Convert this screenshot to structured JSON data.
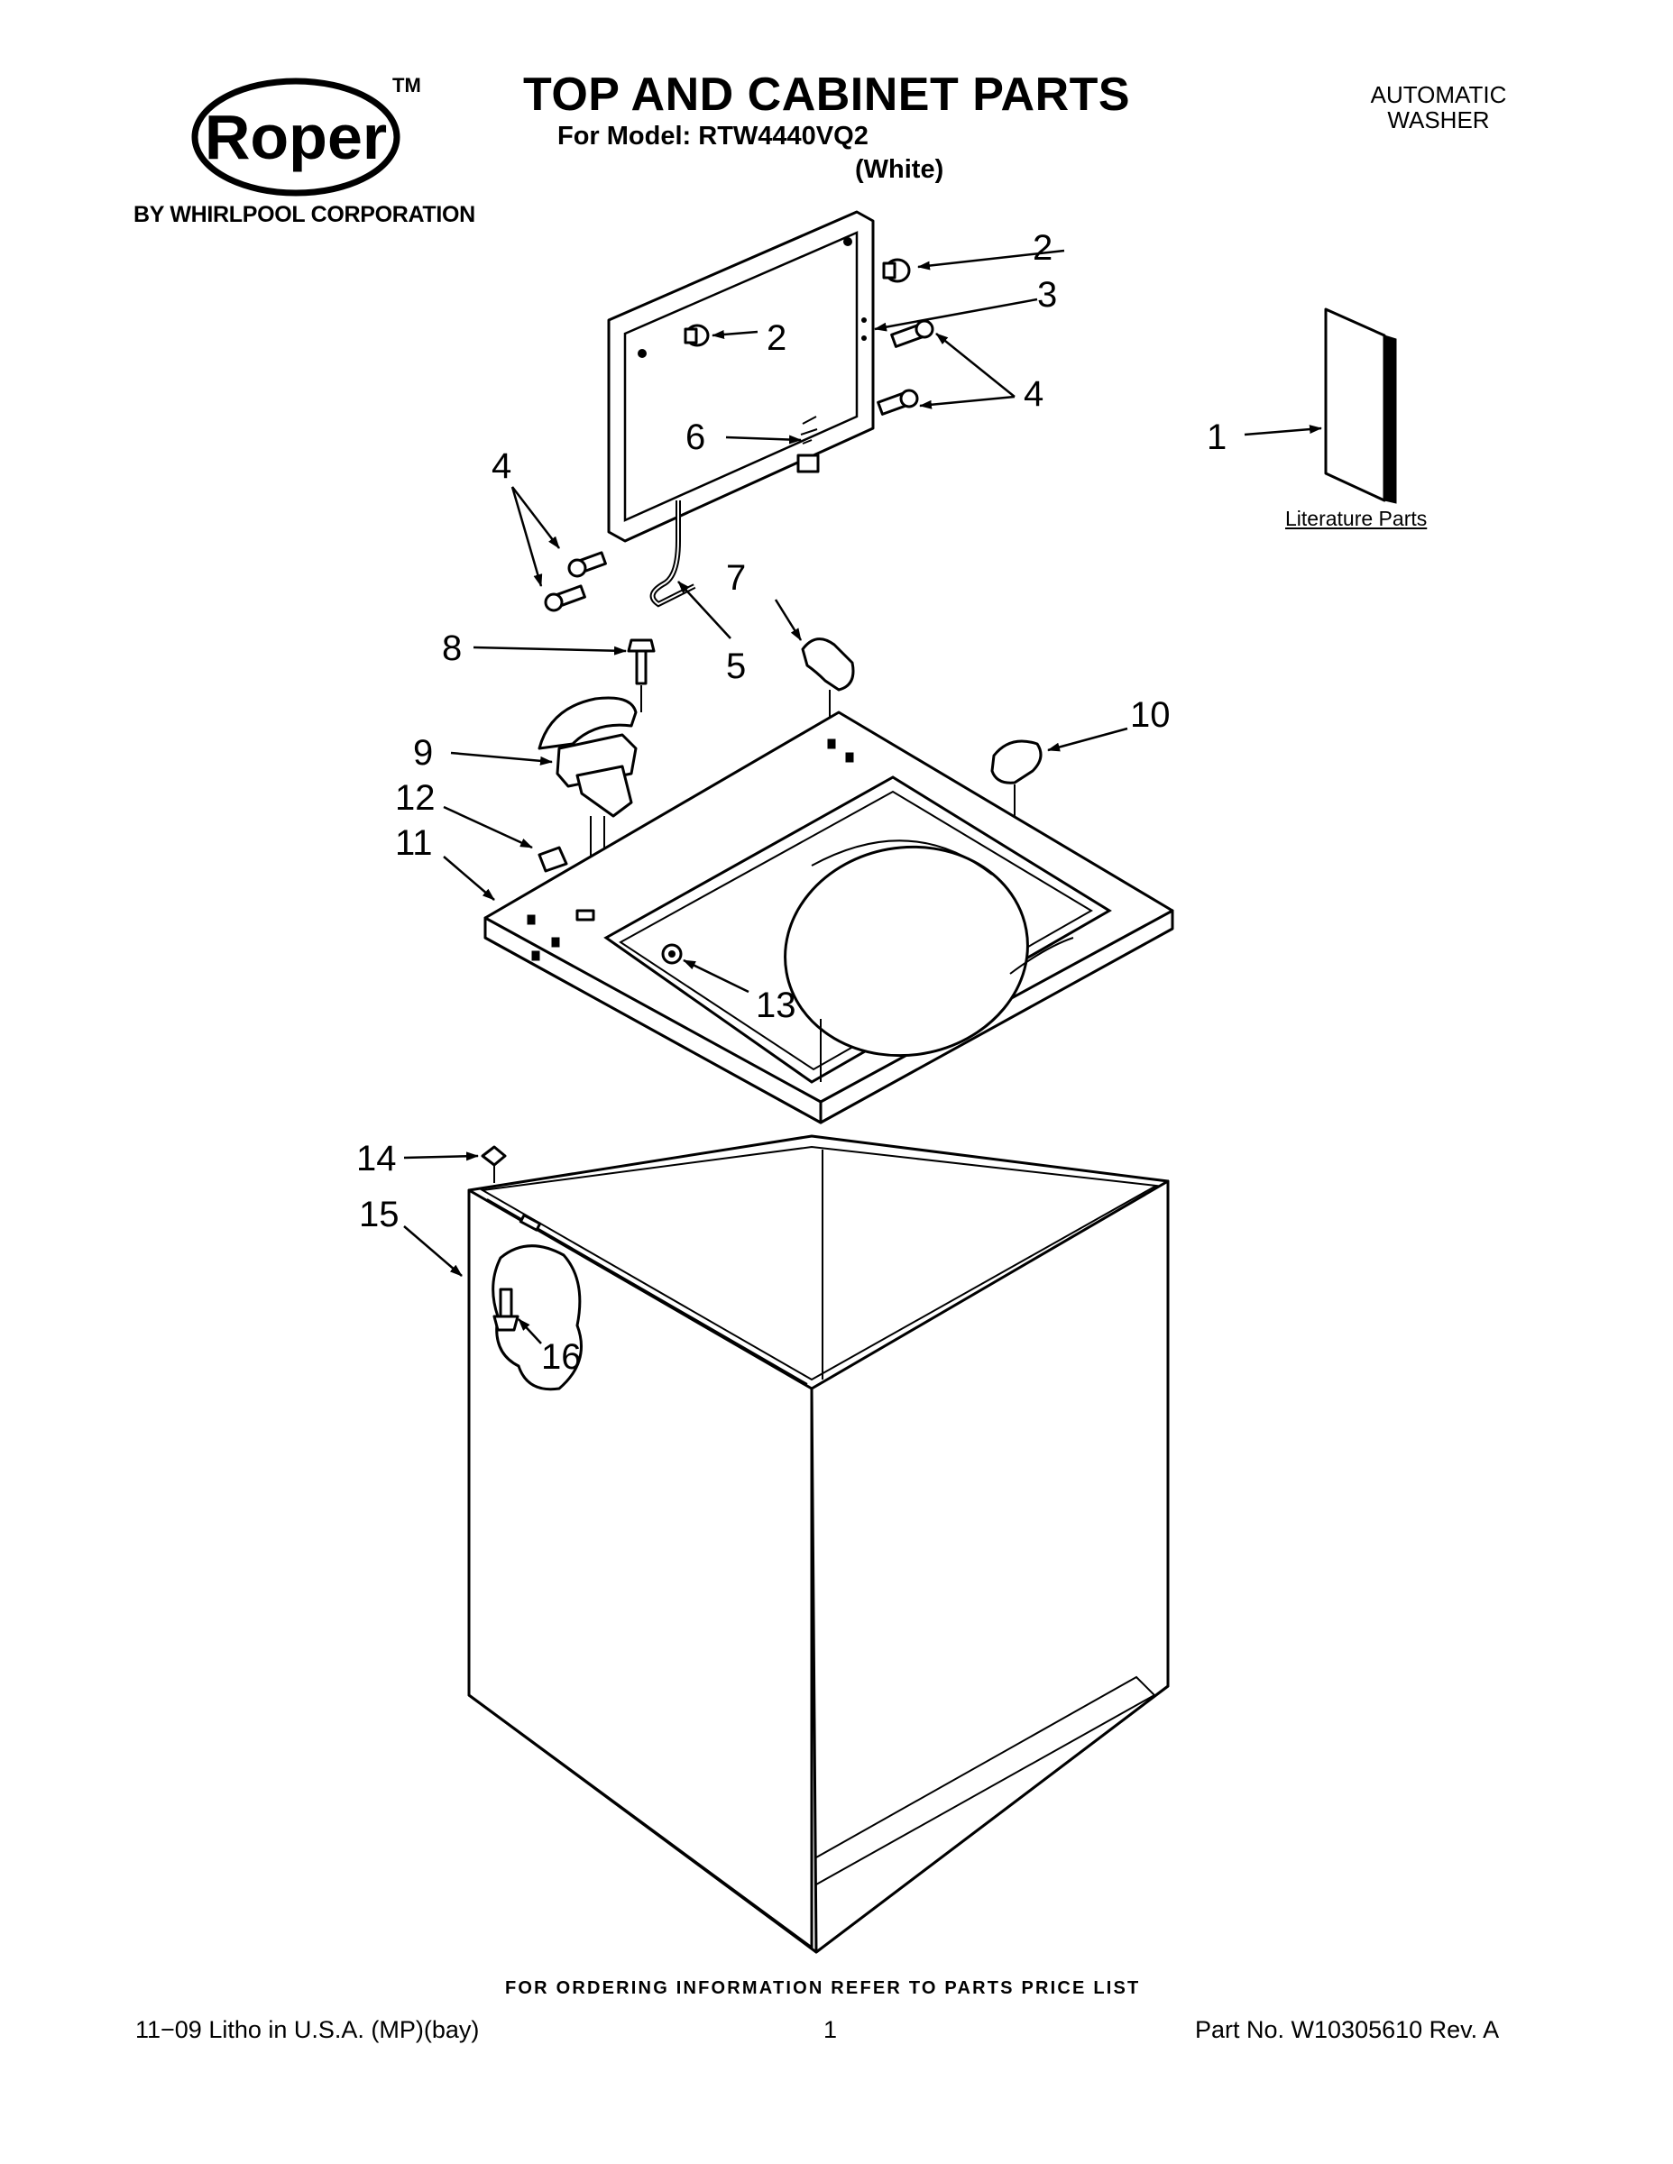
{
  "header": {
    "brand": "Roper",
    "trademark": "TM",
    "byline": "BY WHIRLPOOL CORPORATION",
    "title": "TOP AND CABINET PARTS",
    "model_line": "For Model: RTW4440VQ2",
    "color_line": "(White)",
    "category_line1": "AUTOMATIC",
    "category_line2": "WASHER"
  },
  "diagram": {
    "literature_label": "Literature Parts",
    "callouts": {
      "c1": "1",
      "c2a": "2",
      "c2b": "2",
      "c3": "3",
      "c4a": "4",
      "c4b": "4",
      "c5": "5",
      "c6": "6",
      "c7": "7",
      "c8": "8",
      "c9": "9",
      "c10": "10",
      "c11": "11",
      "c12": "12",
      "c13": "13",
      "c14": "14",
      "c15": "15",
      "c16": "16"
    }
  },
  "footer": {
    "ordering_note": "FOR ORDERING INFORMATION REFER TO PARTS PRICE LIST",
    "print_info": "11−09 Litho in U.S.A. (MP)(bay)",
    "page_number": "1",
    "part_number": "Part No. W10305610 Rev. A"
  }
}
